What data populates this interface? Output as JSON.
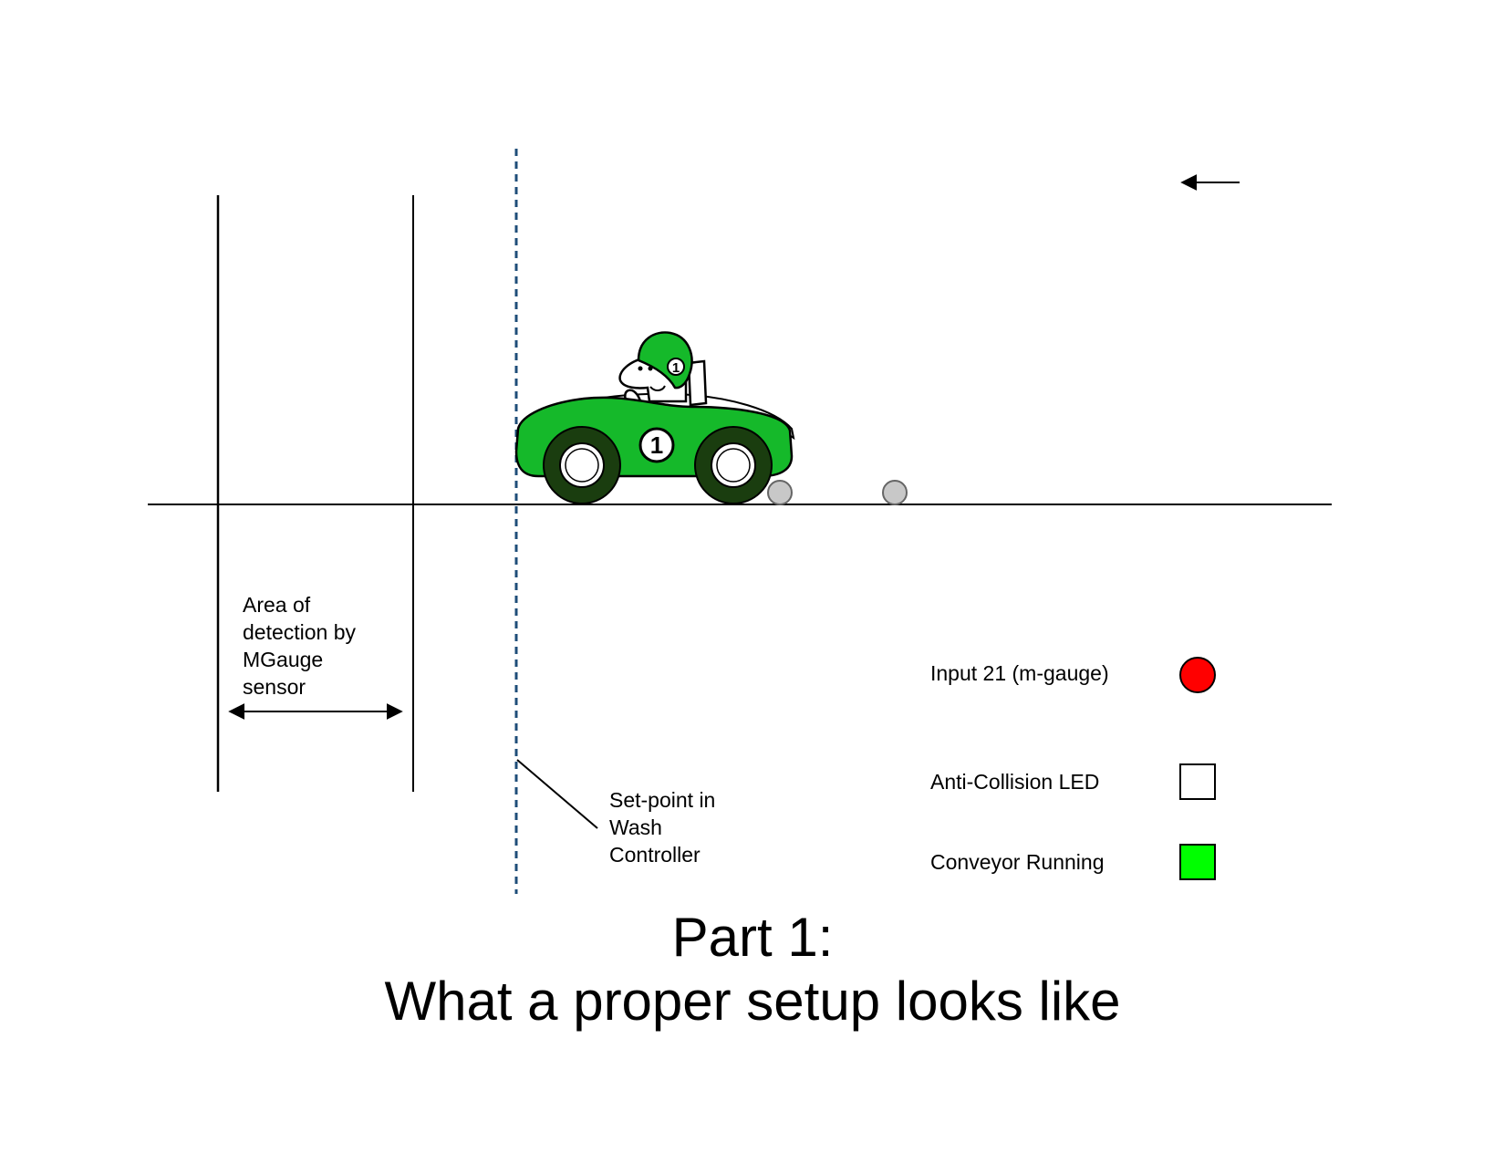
{
  "labels": {
    "detection_area": "Area of\ndetection by\nMGauge\nsensor",
    "setpoint": "Set-point in\nWash\nController"
  },
  "legend": [
    {
      "label": "Input 21 (m-gauge)",
      "shape": "circle",
      "color": "#ff0000"
    },
    {
      "label": "Anti-Collision LED",
      "shape": "square",
      "color": "#ffffff"
    },
    {
      "label": "Conveyor Running",
      "shape": "square",
      "color": "#00ff00"
    }
  ],
  "car": {
    "number": "1",
    "driver_helmet_number": "1",
    "body_color": "#15b92a",
    "wheel_color": "#1a3d0f"
  },
  "rollers": {
    "color": "#c8c8c8",
    "count": 2
  },
  "setpoint_line_color": "#1f4e79",
  "title": {
    "line1": "Part 1:",
    "line2": "What a proper setup looks like"
  }
}
